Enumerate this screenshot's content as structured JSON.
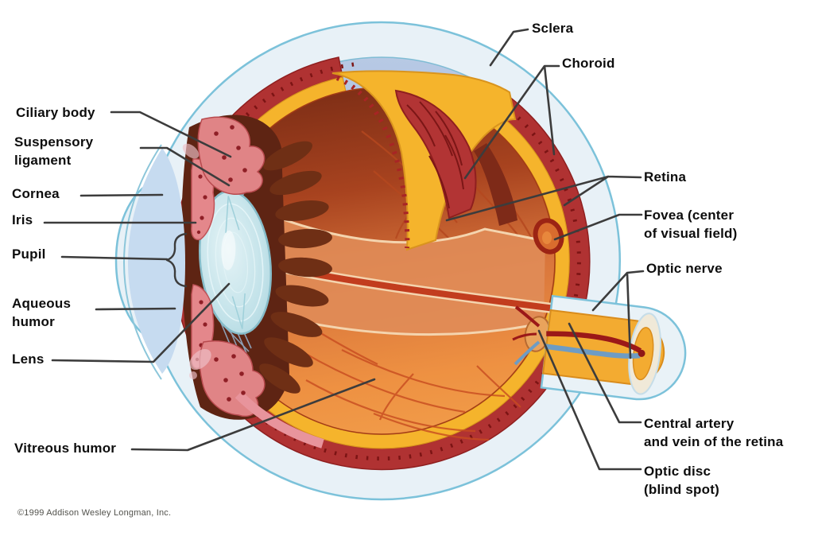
{
  "figure": {
    "copyright": "©1999 Addison Wesley Longman, Inc.",
    "labels": {
      "ciliary_body": "Ciliary body",
      "suspensory_ligament": "Suspensory\nligament",
      "cornea": "Cornea",
      "iris": "Iris",
      "pupil": "Pupil",
      "aqueous_humor": "Aqueous\nhumor",
      "lens": "Lens",
      "vitreous_humor": "Vitreous humor",
      "sclera": "Sclera",
      "choroid": "Choroid",
      "retina": "Retina",
      "fovea": "Fovea (center\nof visual field)",
      "optic_nerve": "Optic nerve",
      "central_artery_vein": "Central artery\nand vein of the retina",
      "optic_disc": "Optic disc\n(blind spot)"
    },
    "colors": {
      "background": "#ffffff",
      "sclera_fill": "#e8f1f7",
      "sclera_outline": "#7cc2da",
      "inner_dome_blue": "#a9bedf",
      "choroid_red": "#b03232",
      "retina_yellow": "#f5b42c",
      "fundus_orange_dark": "#7e2e16",
      "fundus_orange_bright": "#f09642",
      "lens_blue": "#c2e2e9",
      "iris_pink": "#e4878b",
      "artery_red": "#9b1818",
      "vein_blue": "#6e9cc4",
      "leader_line": "#3c3c3c",
      "label_text": "#0d0d0d"
    }
  }
}
